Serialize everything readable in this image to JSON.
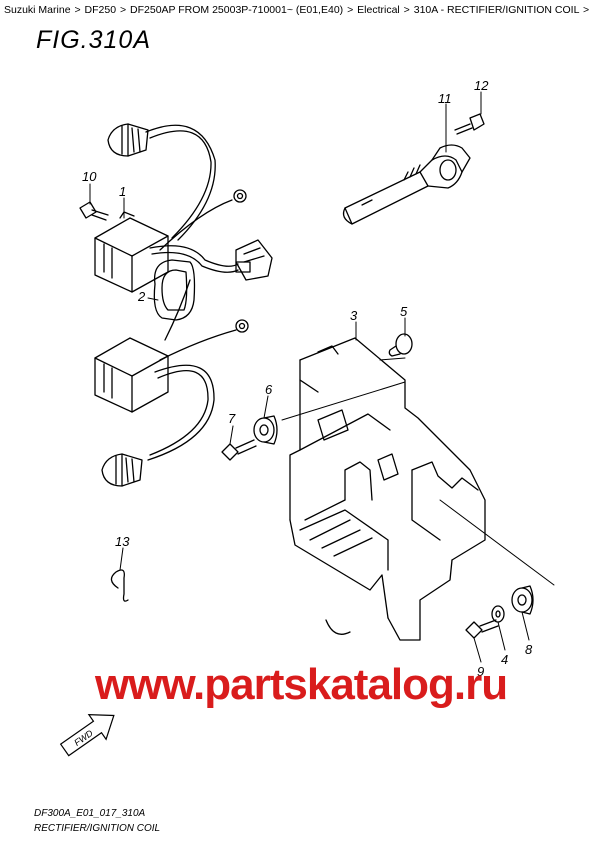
{
  "breadcrumb": [
    "Suzuki Marine",
    "DF250",
    "DF250AP FROM 25003P-710001~ (E01,E40)",
    "Electrical",
    "310A - RECTIFIER/IGNITION COIL",
    ""
  ],
  "separator": ">",
  "figure_title": "FIG.310A",
  "callouts": {
    "c1": "1",
    "c2": "2",
    "c3": "3",
    "c4": "4",
    "c5": "5",
    "c6": "6",
    "c7": "7",
    "c8": "8",
    "c9": "9",
    "c10": "10",
    "c11": "11",
    "c12": "12",
    "c13": "13"
  },
  "fwd_label": "FWD",
  "watermark": "www.partskatalog.ru",
  "footer": {
    "code": "DF300A_E01_017_310A",
    "name": "RECTIFIER/IGNITION COIL"
  }
}
